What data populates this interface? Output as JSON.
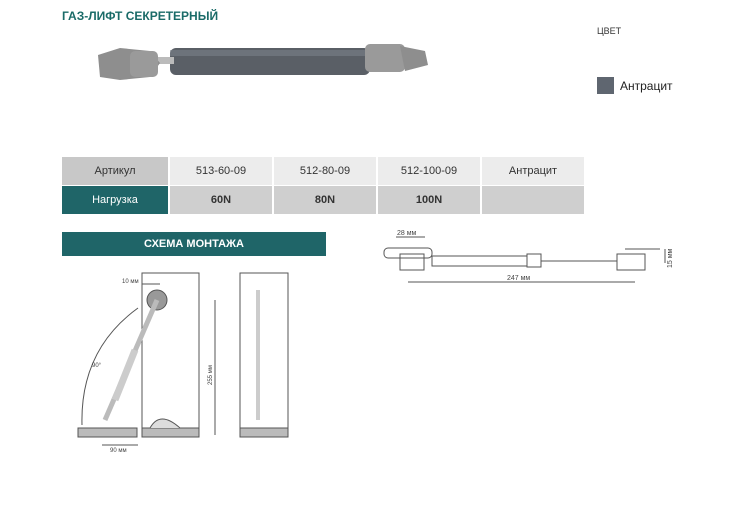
{
  "title": "ГАЗ-ЛИФТ СЕКРЕТЕРНЫЙ",
  "color_section": {
    "label": "ЦВЕТ",
    "swatch_color": "#5f6670",
    "name": "Антрацит"
  },
  "table": {
    "rows": [
      {
        "label": "Артикул",
        "cells": [
          "513-60-09",
          "512-80-09",
          "512-100-09",
          "Антрацит"
        ]
      },
      {
        "label": "Нагрузка",
        "cells": [
          "60N",
          "80N",
          "100N",
          ""
        ]
      }
    ]
  },
  "scheme_header": "СХЕМА МОНТАЖА",
  "dimensions": {
    "offset": "10 мм",
    "angle": "90°",
    "height": "255 мм",
    "base": "90 мм",
    "width": "28 мм",
    "length": "247 мм",
    "side": "15 мм"
  }
}
